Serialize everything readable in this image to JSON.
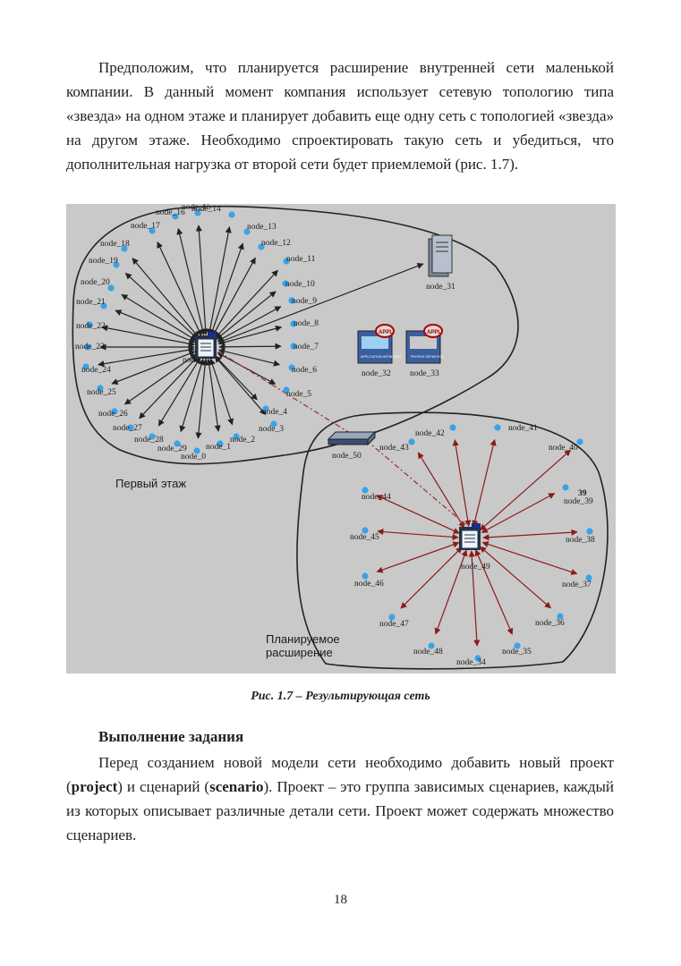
{
  "paragraph1": "Предположим, что планируется расширение внутренней сети маленькой компании. В данный момент компания использует сетевую топологию типа «звезда» на одном этаже и планирует добавить еще одну сеть с топологией «звезда» на другом этаже. Необходимо спроектировать такую сеть и убедиться, что дополнительная нагрузка от второй сети будет приемлемой (рис. 1.7).",
  "figure": {
    "floor1_label": "Первый этаж",
    "expansion_label_line1": "Планируемое",
    "expansion_label_line2": "расширение",
    "hub1_label": "node_30",
    "hub2_label": "node_49",
    "server_label": "node_31",
    "switch_label": "node_50",
    "appl_label": "APPL",
    "app_def_label": "node_32",
    "profile_def_label": "node_33",
    "app_def_caption": "APPLICATION DEFINITION",
    "profile_def_caption": "PROFILE DEFINITION",
    "badge_39": "39",
    "floor1_nodes": [
      "node_16",
      "node_15",
      "node_14",
      "node_17",
      "node_13",
      "node_18",
      "node_12",
      "node_19",
      "node_11",
      "node_20",
      "node_10",
      "node_21",
      "node_9",
      "node_22",
      "node_8",
      "node_23",
      "node_7",
      "node_24",
      "node_6",
      "node_25",
      "node_5",
      "node_26",
      "node_4",
      "node_27",
      "node_3",
      "node_28",
      "node_2",
      "node_29",
      "node_1",
      "node_0"
    ],
    "floor2_nodes": [
      "node_42",
      "node_41",
      "node_43",
      "node_40",
      "node_44",
      "node_39",
      "node_45",
      "node_38",
      "node_46",
      "node_37",
      "node_47",
      "node_36",
      "node_48",
      "node_35",
      "node_34"
    ],
    "colors": {
      "background": "#c9c9c9",
      "node": "#3aa3e6",
      "link1": "#222222",
      "link2": "#8b1a1a",
      "trunk": "#a33535"
    }
  },
  "caption": "Рис. 1.7 – Результирующая сеть",
  "heading": "Выполнение задания",
  "paragraph2": {
    "t1": "Перед созданием новой модели сети необходимо добавить новый проект (",
    "b1": "project",
    "t2": ") и сценарий (",
    "b2": "scenario",
    "t3": "). Проект – это группа зависимых сценариев, каждый из которых описывает различные детали сети. Проект может содержать множество сценариев."
  },
  "page_number": "18"
}
